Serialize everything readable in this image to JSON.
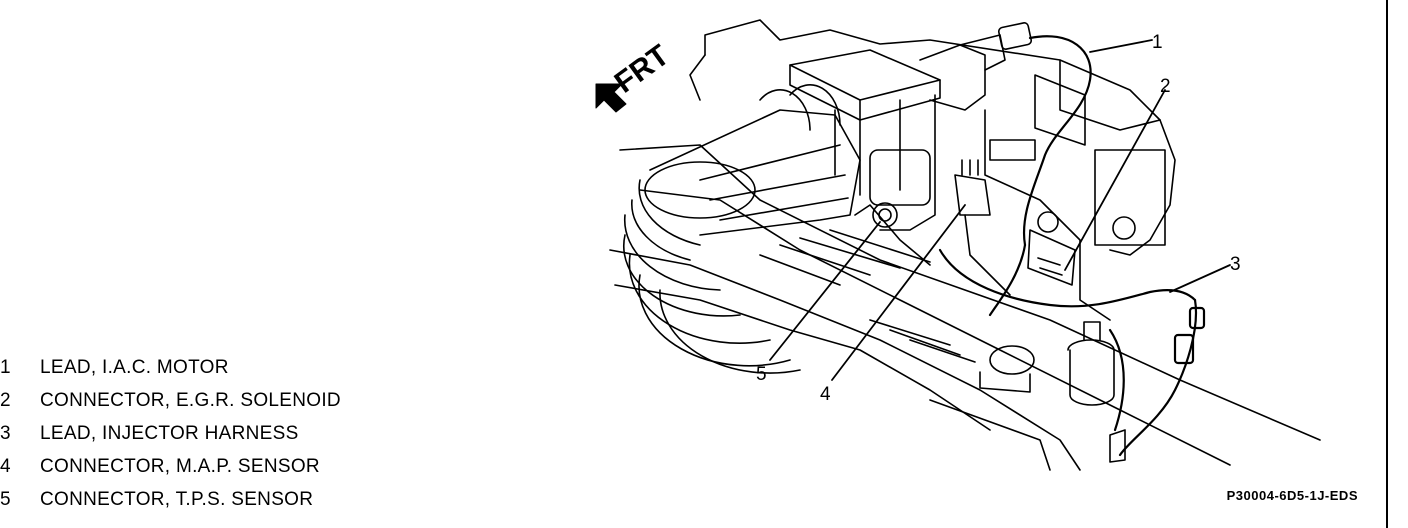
{
  "legend": [
    {
      "num": "1",
      "label": "LEAD, I.A.C. MOTOR"
    },
    {
      "num": "2",
      "label": "CONNECTOR, E.G.R. SOLENOID"
    },
    {
      "num": "3",
      "label": "LEAD, INJECTOR HARNESS"
    },
    {
      "num": "4",
      "label": "CONNECTOR, M.A.P. SENSOR"
    },
    {
      "num": "5",
      "label": "CONNECTOR, T.P.S. SENSOR"
    }
  ],
  "diagram": {
    "direction_label": "FRT",
    "callouts": [
      "1",
      "2",
      "3",
      "4",
      "5"
    ]
  },
  "reference_code": "P30004-6D5-1J-EDS"
}
